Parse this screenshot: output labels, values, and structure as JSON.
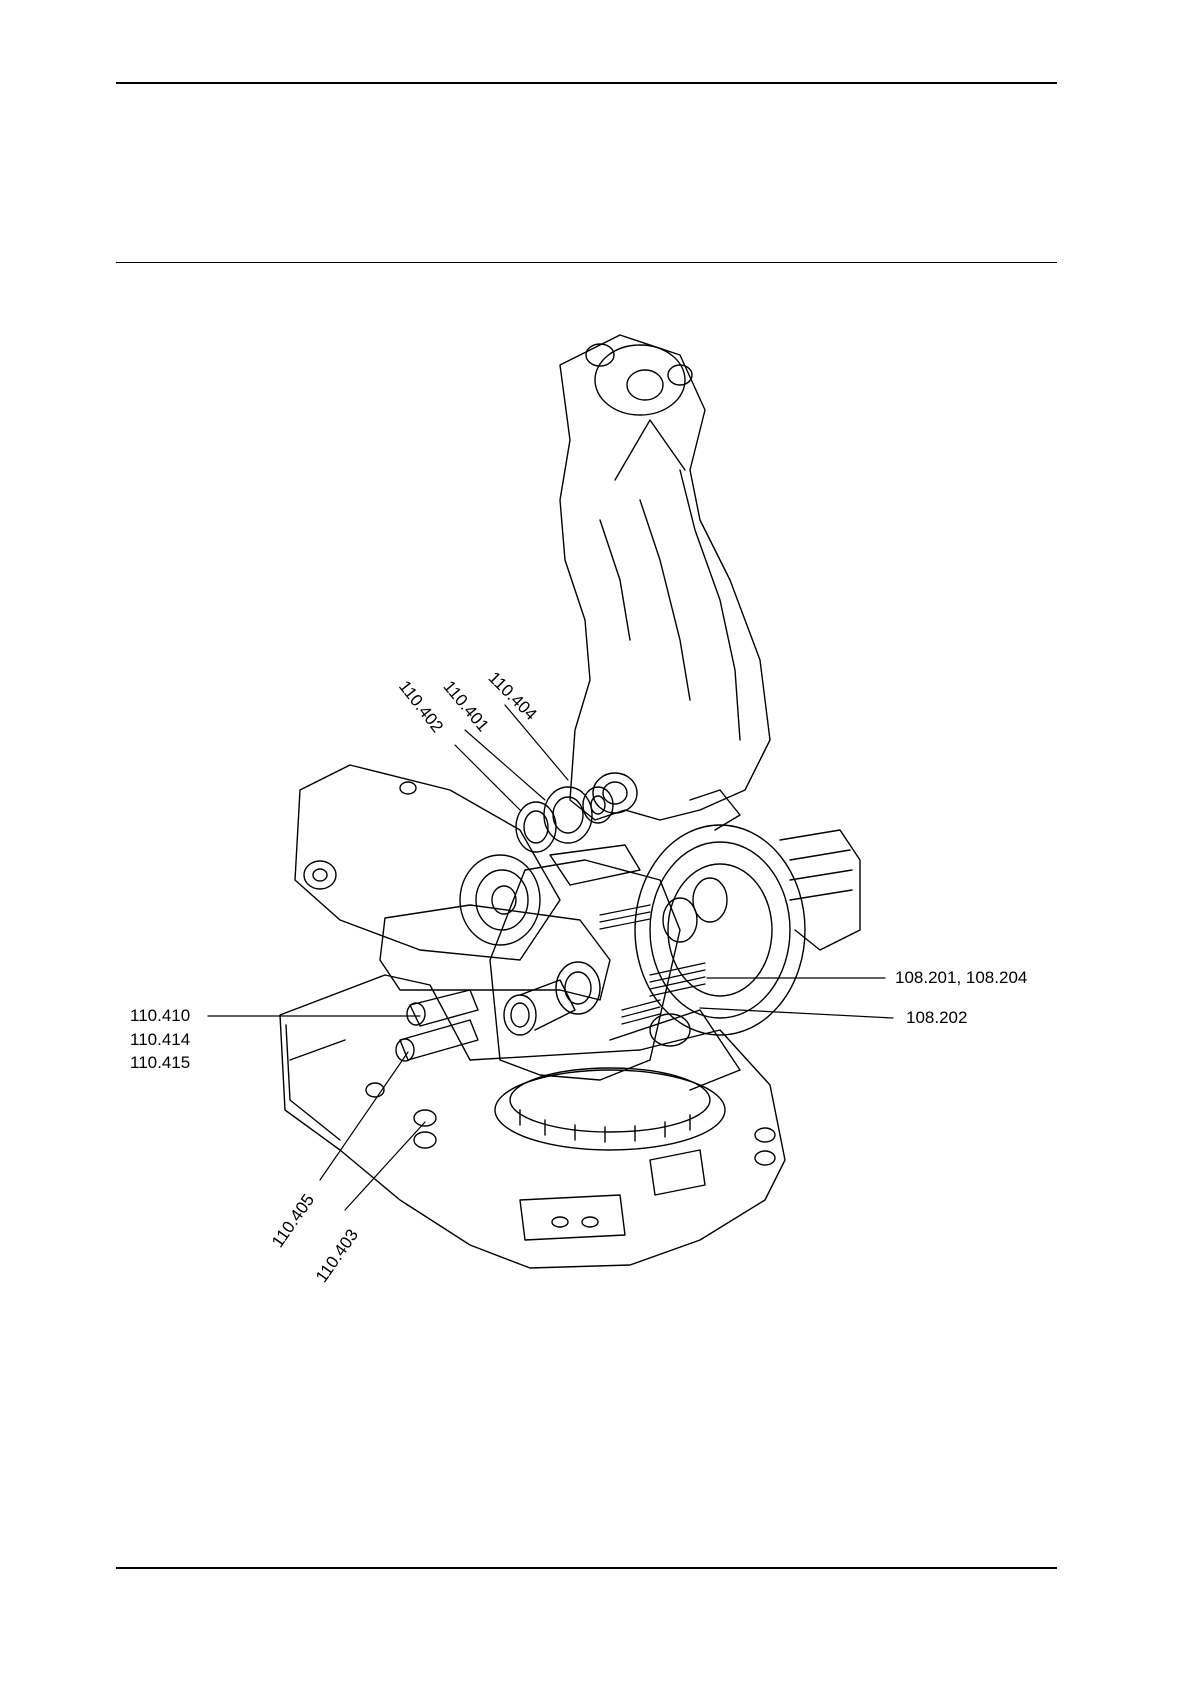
{
  "figure": {
    "callouts": {
      "c110_404": "110.404",
      "c110_401": "110.401",
      "c110_402": "110.402",
      "c108_201": "108.201, 108.204",
      "c108_202": "108.202",
      "c110_410": "110.410",
      "c110_414": "110.414",
      "c110_415": "110.415",
      "c110_405": "110.405",
      "c110_403": "110.403"
    }
  },
  "colors": {
    "line": "#000000",
    "background": "#ffffff"
  }
}
